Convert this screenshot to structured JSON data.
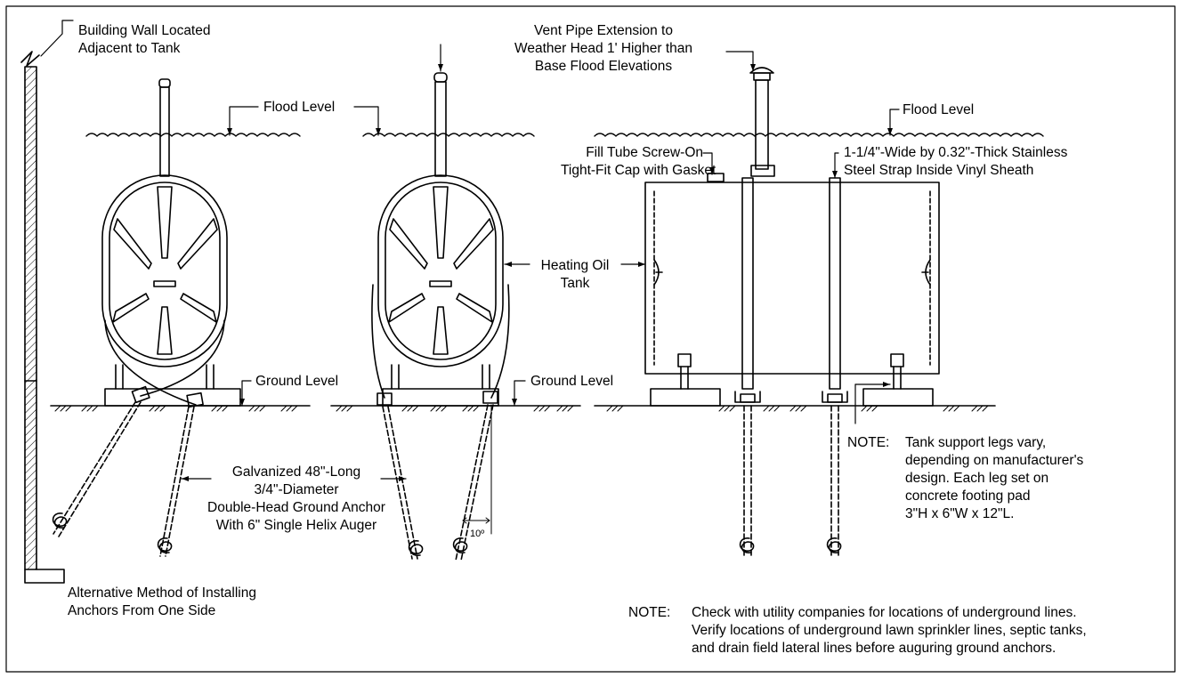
{
  "labels": {
    "building_wall": [
      "Building Wall Located",
      "Adjacent to Tank"
    ],
    "vent_pipe": [
      "Vent Pipe Extension to",
      "Weather Head 1' Higher than",
      "Base Flood Elevations"
    ],
    "flood_level_1": "Flood Level",
    "flood_level_2": "Flood Level",
    "fill_tube": [
      "Fill Tube Screw-On",
      "Tight-Fit Cap with Gasket"
    ],
    "strap": [
      "1-1/4\"-Wide by 0.32\"-Thick Stainless",
      "Steel Strap Inside Vinyl Sheath"
    ],
    "heating_oil_tank": [
      "Heating Oil",
      "Tank"
    ],
    "ground_level_1": "Ground Level",
    "ground_level_2": "Ground Level",
    "anchor": [
      "Galvanized 48\"-Long",
      "3/4\"-Diameter",
      "Double-Head Ground Anchor",
      "With 6\" Single Helix Auger"
    ],
    "angle": "10º",
    "alternative": [
      "Alternative Method of Installing",
      "Anchors From One Side"
    ]
  },
  "notes": {
    "support": {
      "label": "NOTE:",
      "lines": [
        "Tank support legs vary,",
        "depending on manufacturer's",
        "design. Each leg set on",
        "concrete footing pad",
        "3\"H x 6\"W x 12\"L."
      ]
    },
    "utility": {
      "label": "NOTE:",
      "lines": [
        "Check with utility companies for locations of underground lines.",
        "Verify locations of underground lawn sprinkler lines, septic tanks,",
        "and drain field lateral lines before auguring ground anchors."
      ]
    }
  }
}
